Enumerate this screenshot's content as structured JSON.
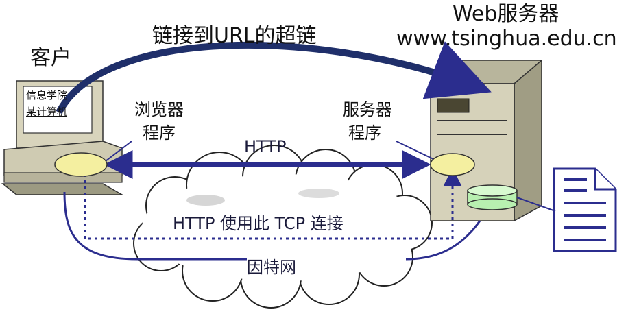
{
  "labels": {
    "client": "客户",
    "hyperlink": "链接到URL的超链",
    "web_server": "Web服务器",
    "server_domain": "www.tsinghua.edu.cn",
    "browser_line1": "浏览器",
    "browser_line2": "程序",
    "server_prog_line1": "服务器",
    "server_prog_line2": "程序",
    "http": "HTTP",
    "tcp": "HTTP 使用此 TCP 连接",
    "internet": "因特网",
    "screen_line1": "信息学院",
    "screen_line2": "某计算机"
  },
  "colors": {
    "arrow": "#2b2d8e",
    "monitor": "#d8d4bc",
    "ellipse": "#f4efa0",
    "disk": "#b8f0b0"
  }
}
